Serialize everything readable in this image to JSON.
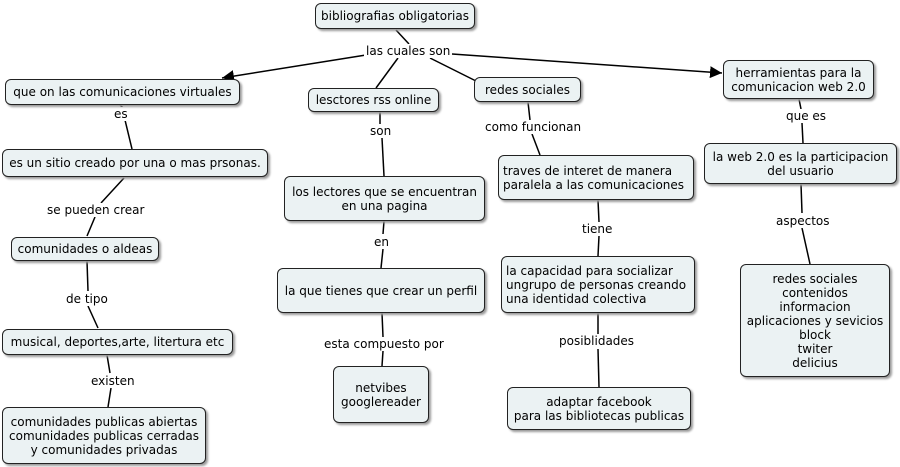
{
  "concept_map": {
    "root": "bibliografias obligatorias",
    "root_link": "las cuales son",
    "nodes": {
      "virtuales": "que on las comunicaciones virtuales",
      "sitio": "es un sitio creado por una o mas prsonas.",
      "comunidades": "comunidades o aldeas",
      "musical": "musical, deportes,arte, litertura etc",
      "tipos_comunidades": "comunidades publicas abiertas\ncomunidades publicas cerradas\ny comunidades privadas",
      "rss": "lesctores rss online",
      "lectores": "los lectores que se encuentran\nen una pagina",
      "perfil": "la que tienes que crear un perfil",
      "netvibes": "netvibes\ngooglereader",
      "redes": "redes sociales",
      "traves": "traves de interet de manera\nparalela a las comunicaciones",
      "capacidad": "la capacidad para socializar\nungrupo de personas creando\nuna identidad colectiva",
      "adaptar": "adaptar  facebook\npara las bibliotecas publicas",
      "herramientas": "herramientas para la\ncomunicacion web 2.0",
      "web20": "la web 2.0 es la participacion\ndel usuario",
      "aspectos_list": "redes sociales\ncontenidos\ninformacion\naplicaciones y sevicios\nblock\ntwiter\ndelicius"
    },
    "links": {
      "es": "es",
      "se_pueden_crear": "se pueden crear",
      "de_tipo": "de tipo",
      "existen": "existen",
      "son": "son",
      "en": "en",
      "esta_compuesto_por": "esta compuesto por",
      "como_funcionan": "como funcionan",
      "tiene": "tiene",
      "posiblidades": "posiblidades",
      "que_es": "que es",
      "aspectos": "aspectos"
    }
  },
  "colors": {
    "node_fill": "#ebf2f3",
    "node_border": "#222222",
    "line": "#000000",
    "background": "#ffffff"
  }
}
